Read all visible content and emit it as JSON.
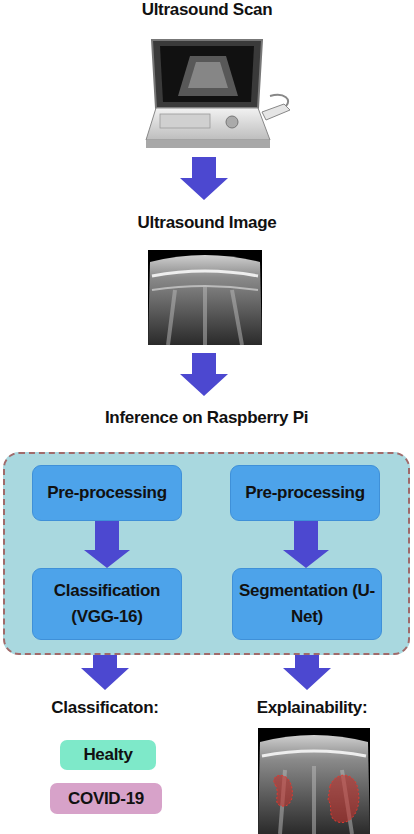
{
  "diagram": {
    "nodes": [
      {
        "text": [
          "Inference on Raspberry Pi"
        ]
      },
      {
        "text": [
          "Pre-processing"
        ],
        "in": 0
      },
      {
        "text": [
          "Pre-processing"
        ],
        "in": 0
      },
      {
        "text": [
          "Classification (VGG-16)"
        ],
        "in": 0
      },
      {
        "text": [
          "Segmentation (U-Net)"
        ],
        "in": 0
      },
      {
        "text": [
          "Healty"
        ]
      },
      {
        "text": [
          "COVID-19"
        ]
      }
    ],
    "edges": [
      {
        "from": 1,
        "to": 3,
        "arrow": "to"
      },
      {
        "from": 2,
        "to": 4,
        "arrow": "to"
      }
    ],
    "labels": [
      "Ultrasound Scan",
      "Ultrasound Image",
      "Classificaton:",
      "Explainability:"
    ]
  }
}
